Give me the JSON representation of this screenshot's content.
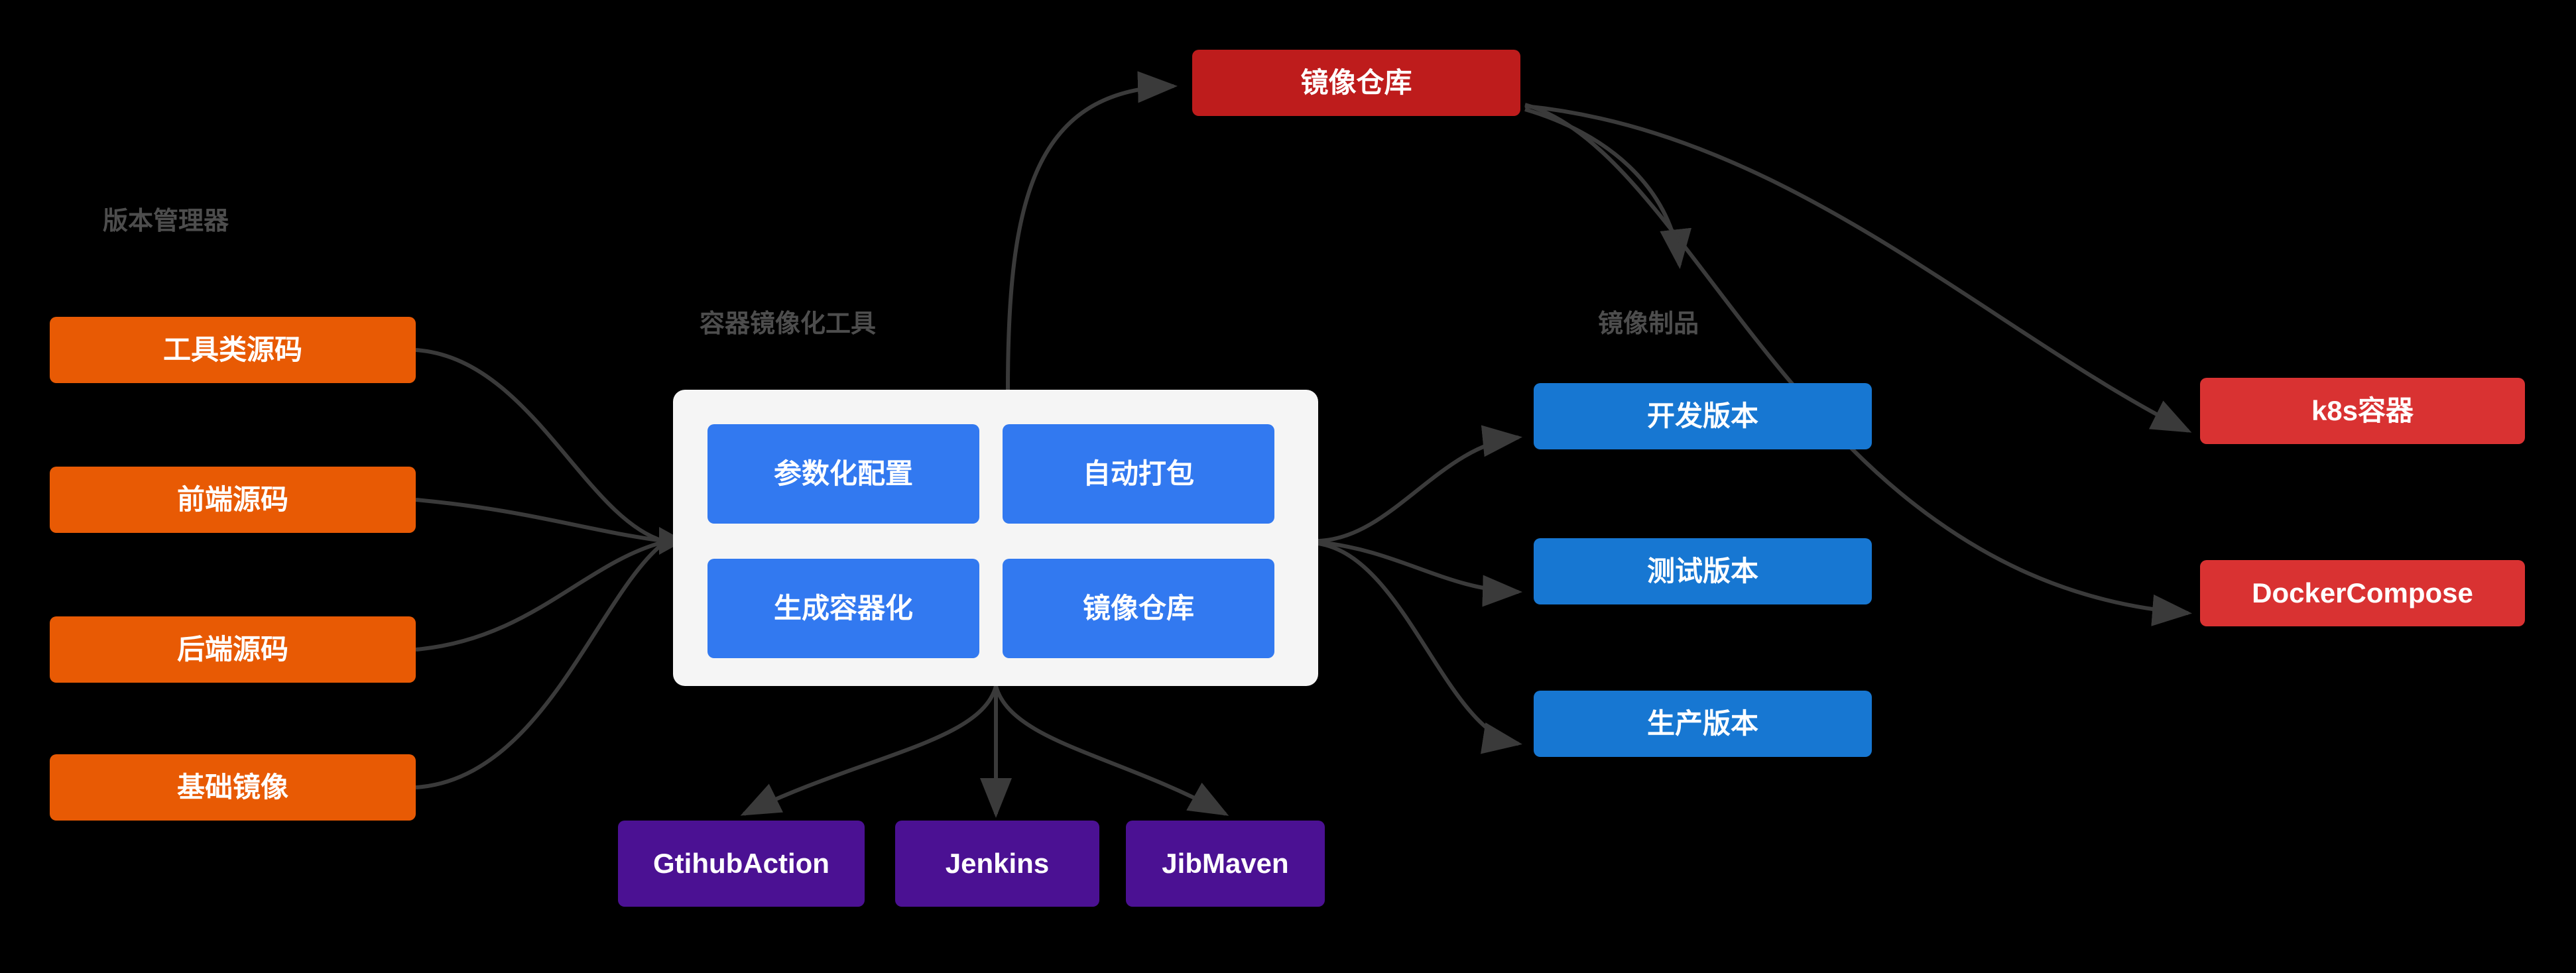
{
  "diagram": {
    "background_color": "#000000",
    "groups": [
      {
        "id": "version-manager",
        "label": "版本管理器"
      },
      {
        "id": "container-image-tool",
        "label": "容器镜像化工具"
      },
      {
        "id": "image-artifacts",
        "label": "镜像制品"
      }
    ],
    "sources": {
      "color": "#E85A04",
      "items": [
        {
          "id": "tool-source",
          "label": "工具类源码"
        },
        {
          "id": "frontend-source",
          "label": "前端源码"
        },
        {
          "id": "backend-source",
          "label": "后端源码"
        },
        {
          "id": "base-image",
          "label": "基础镜像"
        }
      ]
    },
    "tool_card": {
      "background_color": "#F5F5F5",
      "cells": [
        {
          "id": "param-config",
          "label": "参数化配置",
          "color": "#3279F0"
        },
        {
          "id": "auto-build",
          "label": "自动打包",
          "color": "#3279F0"
        },
        {
          "id": "gen-container",
          "label": "生成容器化",
          "color": "#3279F0"
        },
        {
          "id": "image-registry-cell",
          "label": "镜像仓库",
          "color": "#3279F0"
        }
      ]
    },
    "registry": {
      "id": "image-registry",
      "label": "镜像仓库",
      "color": "#BE1C1C"
    },
    "artifacts": {
      "color": "#1777D2",
      "items": [
        {
          "id": "dev-version",
          "label": "开发版本"
        },
        {
          "id": "test-version",
          "label": "测试版本"
        },
        {
          "id": "prod-version",
          "label": "生产版本"
        }
      ]
    },
    "runtimes": {
      "color": "#D93232",
      "items": [
        {
          "id": "k8s",
          "label": "k8s容器"
        },
        {
          "id": "docker-compose",
          "label": "DockerCompose"
        }
      ]
    },
    "ci_tools": {
      "color": "#4B1193",
      "items": [
        {
          "id": "github-action",
          "label": "GtihubAction"
        },
        {
          "id": "jenkins",
          "label": "Jenkins"
        },
        {
          "id": "jib-maven",
          "label": "JibMaven"
        }
      ]
    },
    "edge_color": "#3A3A3A"
  }
}
